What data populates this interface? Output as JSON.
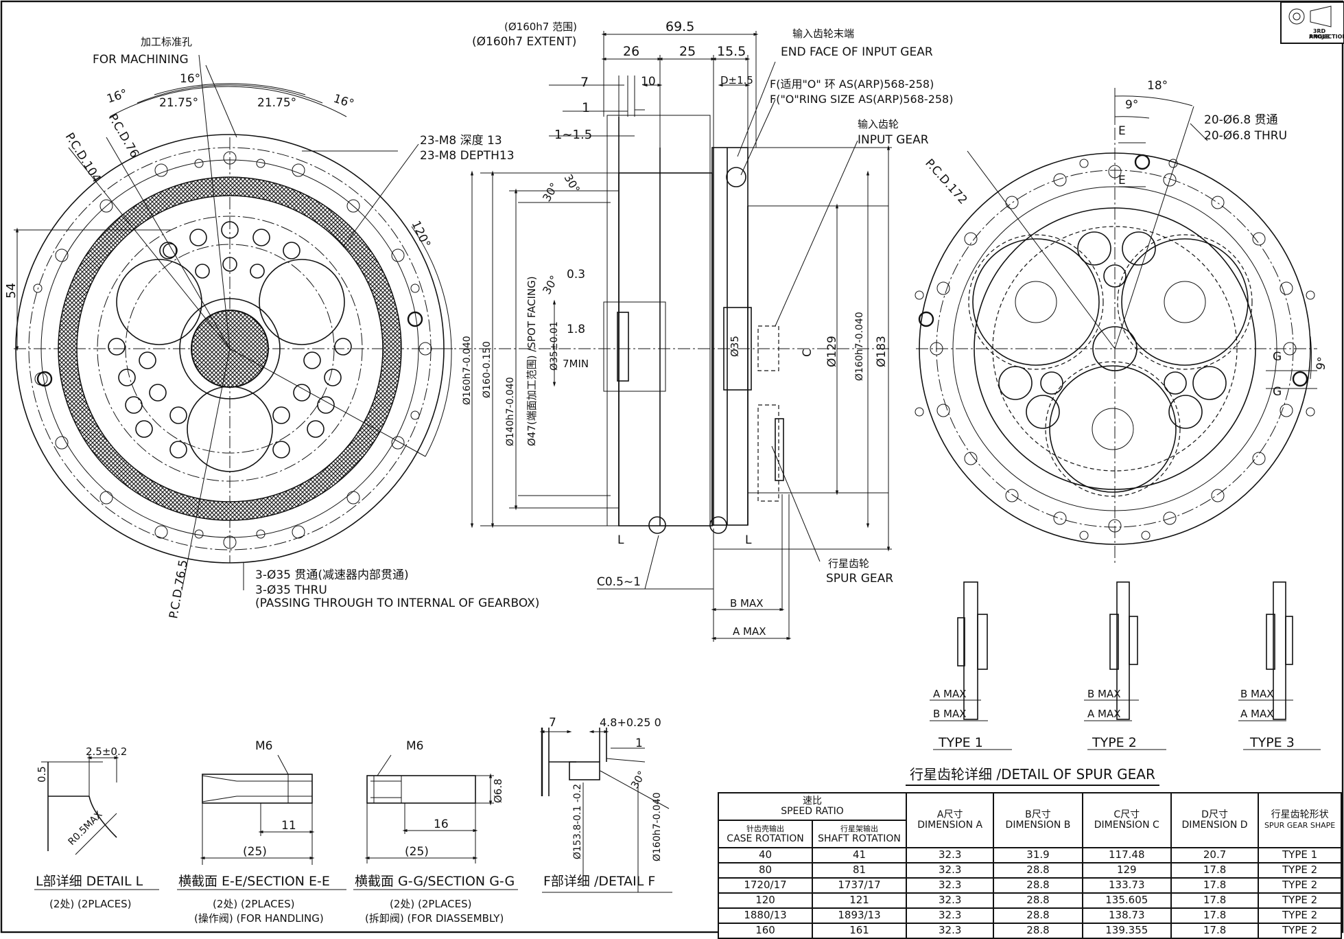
{
  "projection": {
    "label": "3RD ANGLE PROJECTION",
    "label_line1": "3RD ANGLE",
    "label_line2": "PROJECTION"
  },
  "front_view": {
    "machining_hole_cn": "加工标准孔",
    "machining_hole_en": "FOR MACHINING",
    "angle_16a": "16°",
    "angle_16b": "16°",
    "angle_16c": "16°",
    "angle_2175a": "21.75°",
    "angle_2175b": "21.75°",
    "angle_120": "120°",
    "pcd104": "P.C.D.104",
    "pcd76": "P.C.D.76",
    "pcd765": "P.C.D.76.5",
    "tap_cn": "23-M8 深度 13",
    "tap_en": "23-M8 DEPTH13",
    "dim54": "54",
    "thru_cn": "3-Ø35 贯通(减速器内部贯通)",
    "thru_en1": "3-Ø35 THRU",
    "thru_en2": "(PASSING THROUGH TO INTERNAL OF GEARBOX)"
  },
  "side_view": {
    "extent_cn": "(Ø160h7 范围)",
    "extent_en": "(Ø160h7 EXTENT)",
    "d695": "69.5",
    "d26": "26",
    "d25": "25",
    "d155": "15.5",
    "d10": "10",
    "d7": "7",
    "d1": "1",
    "d115": "1~1.5",
    "d_label": "D±1.5",
    "a30a": "30°",
    "a30b": "30°",
    "a30c": "30°",
    "d03": "0.3",
    "d18": "1.8",
    "d7min": "7MIN",
    "dia47": "Ø47(端面加工范围) /SPOT FACING)",
    "dia140": "Ø140h7-0.040",
    "dia160a": "Ø160h7-0.040",
    "dia160b": "Ø160-0.150",
    "dia35a": "Ø35±0.01",
    "dia35b": "Ø35",
    "dia129": "Ø129",
    "dia160c": "Ø160h7-0.040",
    "dia183": "Ø183",
    "c_label": "C",
    "end_face_cn": "输入齿轮末端",
    "end_face_en": "END FACE OF INPUT GEAR",
    "oring_cn": "F(适用\"O\" 环 AS(ARP)568-258)",
    "oring_en": "F(\"O\"RING SIZE AS(ARP)568-258)",
    "input_gear_cn": "输入齿轮",
    "input_gear_en": "INPUT GEAR",
    "spur_gear_cn": "行星齿轮",
    "spur_gear_en": "SPUR GEAR",
    "l1": "L",
    "l2": "L",
    "c05": "C0.5~1",
    "bmax": "B MAX",
    "amax": "A MAX"
  },
  "rear_view": {
    "angle18": "18°",
    "angle9a": "9°",
    "angle9b": "9°",
    "e1": "E",
    "e2": "E",
    "g1": "G",
    "g2": "G",
    "holes_cn": "20-Ø6.8 贯通",
    "holes_en": "20-Ø6.8 THRU",
    "pcd172": "P.C.D.172"
  },
  "gear_types": [
    {
      "label": "TYPE 1",
      "first": "A MAX",
      "second": "B MAX"
    },
    {
      "label": "TYPE 2",
      "first": "B MAX",
      "second": "A MAX"
    },
    {
      "label": "TYPE 3",
      "first": "B MAX",
      "second": "A MAX"
    }
  ],
  "details": {
    "l_d25": "2.5±0.2",
    "l_d05": "0.5",
    "l_r05": "R0.5MAX",
    "l_title": "L部详细 DETAIL L",
    "l_sub": "(2处) (2PLACES)",
    "e_m6": "M6",
    "e_11": "11",
    "e_25": "(25)",
    "e_title": "横截面 E-E/SECTION E-E",
    "e_sub1": "(2处) (2PLACES)",
    "e_sub2": "(操作阀) (FOR HANDLING)",
    "g_m6": "M6",
    "g_16": "16",
    "g_25": "(25)",
    "g_68": "Ø6.8",
    "g_title": "横截面 G-G/SECTION G-G",
    "g_sub1": "(2处) (2PLACES)",
    "g_sub2": "(拆卸阀) (FOR DIASSEMBLY)",
    "f_7": "7",
    "f_48": "4.8+0.25 0",
    "f_1": "1",
    "f_30": "30°",
    "f_1538": "Ø153.8-0.1 -0.2",
    "f_160": "Ø160h7-0.040",
    "f_title": "F部详细 /DETAIL F"
  },
  "spur_table": {
    "title": "行星齿轮详细 /DETAIL OF SPUR GEAR",
    "h_ratio_cn": "速比",
    "h_ratio_en": "SPEED RATIO",
    "h_case_cn": "针齿壳输出",
    "h_case_en": "CASE ROTATION",
    "h_shaft_cn": "行星架输出",
    "h_shaft_en": "SHAFT ROTATION",
    "h_a_cn": "A尺寸",
    "h_a_en": "DIMENSION A",
    "h_b_cn": "B尺寸",
    "h_b_en": "DIMENSION B",
    "h_c_cn": "C尺寸",
    "h_c_en": "DIMENSION C",
    "h_d_cn": "D尺寸",
    "h_d_en": "DIMENSION D",
    "h_shape_cn": "行星齿轮形状",
    "h_shape_en": "SPUR GEAR SHAPE",
    "rows": [
      {
        "case": "40",
        "shaft": "41",
        "a": "32.3",
        "b": "31.9",
        "c": "117.48",
        "d": "20.7",
        "shape": "TYPE 1"
      },
      {
        "case": "80",
        "shaft": "81",
        "a": "32.3",
        "b": "28.8",
        "c": "129",
        "d": "17.8",
        "shape": "TYPE 2"
      },
      {
        "case": "1720/17",
        "shaft": "1737/17",
        "a": "32.3",
        "b": "28.8",
        "c": "133.73",
        "d": "17.8",
        "shape": "TYPE 2"
      },
      {
        "case": "120",
        "shaft": "121",
        "a": "32.3",
        "b": "28.8",
        "c": "135.605",
        "d": "17.8",
        "shape": "TYPE 2"
      },
      {
        "case": "1880/13",
        "shaft": "1893/13",
        "a": "32.3",
        "b": "28.8",
        "c": "138.73",
        "d": "17.8",
        "shape": "TYPE 2"
      },
      {
        "case": "160",
        "shaft": "161",
        "a": "32.3",
        "b": "28.8",
        "c": "139.355",
        "d": "17.8",
        "shape": "TYPE 2"
      }
    ]
  }
}
